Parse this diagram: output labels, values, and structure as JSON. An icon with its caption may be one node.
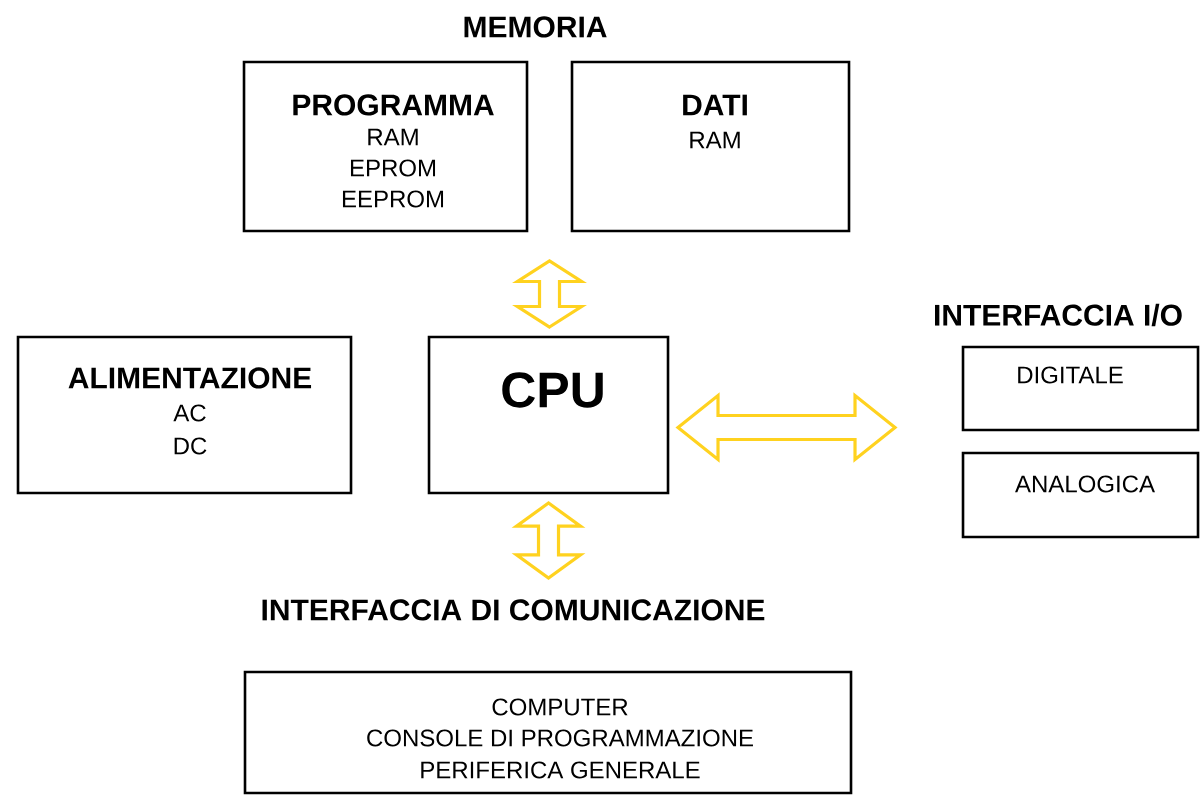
{
  "diagram": {
    "nodes": [
      {
        "text": [
          "PROGRAMMA",
          "RAM",
          "EPROM",
          "EEPROM"
        ]
      },
      {
        "text": [
          "DATI",
          "RAM"
        ]
      },
      {
        "text": [
          "ALIMENTAZIONE",
          "AC",
          "DC"
        ]
      },
      {
        "text": [
          "CPU"
        ]
      },
      {
        "text": [
          "DIGITALE"
        ]
      },
      {
        "text": [
          "ANALOGICA"
        ]
      },
      {
        "text": [
          "INTERFACCIA DI COMUNICAZIONE",
          "COMPUTER",
          "CONSOLE DI PROGRAMMAZIONE",
          "PERIFERICA GENERALE"
        ]
      }
    ],
    "edges": [
      {
        "from": 3,
        "to": 0,
        "arrow": "both"
      },
      {
        "from": 3,
        "to": 1,
        "arrow": "both"
      },
      {
        "from": 3,
        "to": 4,
        "arrow": "both"
      },
      {
        "from": 3,
        "to": 5,
        "arrow": "both"
      },
      {
        "from": 3,
        "to": 6,
        "arrow": "both"
      }
    ],
    "labels": [
      "MEMORIA",
      "INTERFACCIA I/O"
    ]
  }
}
